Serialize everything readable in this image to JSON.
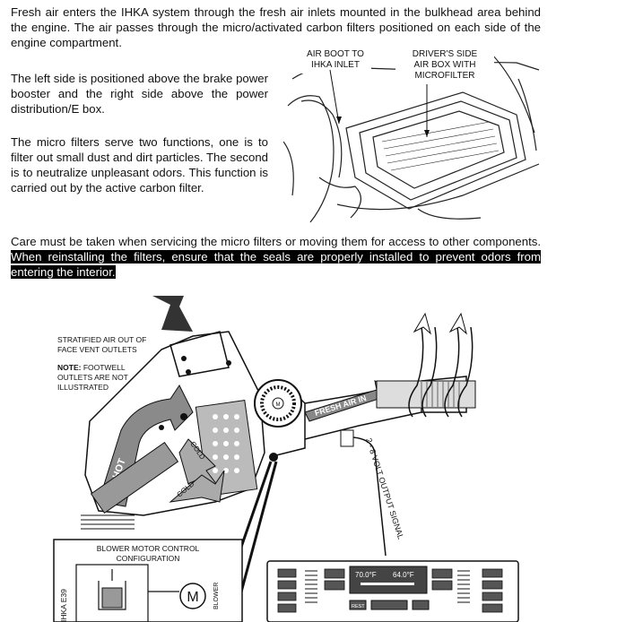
{
  "doc": {
    "intro": "Fresh air enters the IHKA system through the fresh air inlets mounted in the bulkhead area behind the engine. The air passes through the micro/activated carbon filters positioned on each side of the engine compartment.",
    "left_side": "The left side is positioned above the brake power booster and the right side above the power distribution/E box.",
    "micro_filters": "The micro filters serve two functions, one is to filter out small dust and dirt particles. The second is to neutralize unpleasant odors. This function is carried out by the active carbon filter.",
    "care_normal": "Care must be taken when servicing the micro filters or moving them for access to other components. ",
    "care_highlight": "When reinstalling the filters, ensure that the seals are properly installed to prevent odors from entering the interior."
  },
  "figure1": {
    "label_air_boot_1": "AIR BOOT TO",
    "label_air_boot_2": "IHKA INLET",
    "label_airbox_1": "DRIVER'S SIDE",
    "label_airbox_2": "AIR BOX WITH",
    "label_airbox_3": "MICROFILTER"
  },
  "figure2": {
    "stratified_1": "STRATIFIED AIR OUT OF",
    "stratified_2": "FACE VENT OUTLETS",
    "note_bold": "NOTE:",
    "note_1": " FOOTWELL",
    "note_2": "OUTLETS ARE NOT",
    "note_3": "ILLUSTRATED",
    "fresh_air_in": "FRESH AIR IN",
    "hot": "HOT",
    "cold_1": "COLD",
    "cold_2": "COLD",
    "volt_signal": "2 - 8 VOLT OUTPUT SIGNAL",
    "blower_ctrl_1": "BLOWER MOTOR CONTROL",
    "blower_ctrl_2": "CONFIGURATION",
    "blower": "BLOWER",
    "motor_symbol": "M",
    "ihka_e39": "IHKA E39",
    "temp_left": "70.0°F",
    "temp_right": "64.0°F",
    "rest_btn": "REST"
  }
}
